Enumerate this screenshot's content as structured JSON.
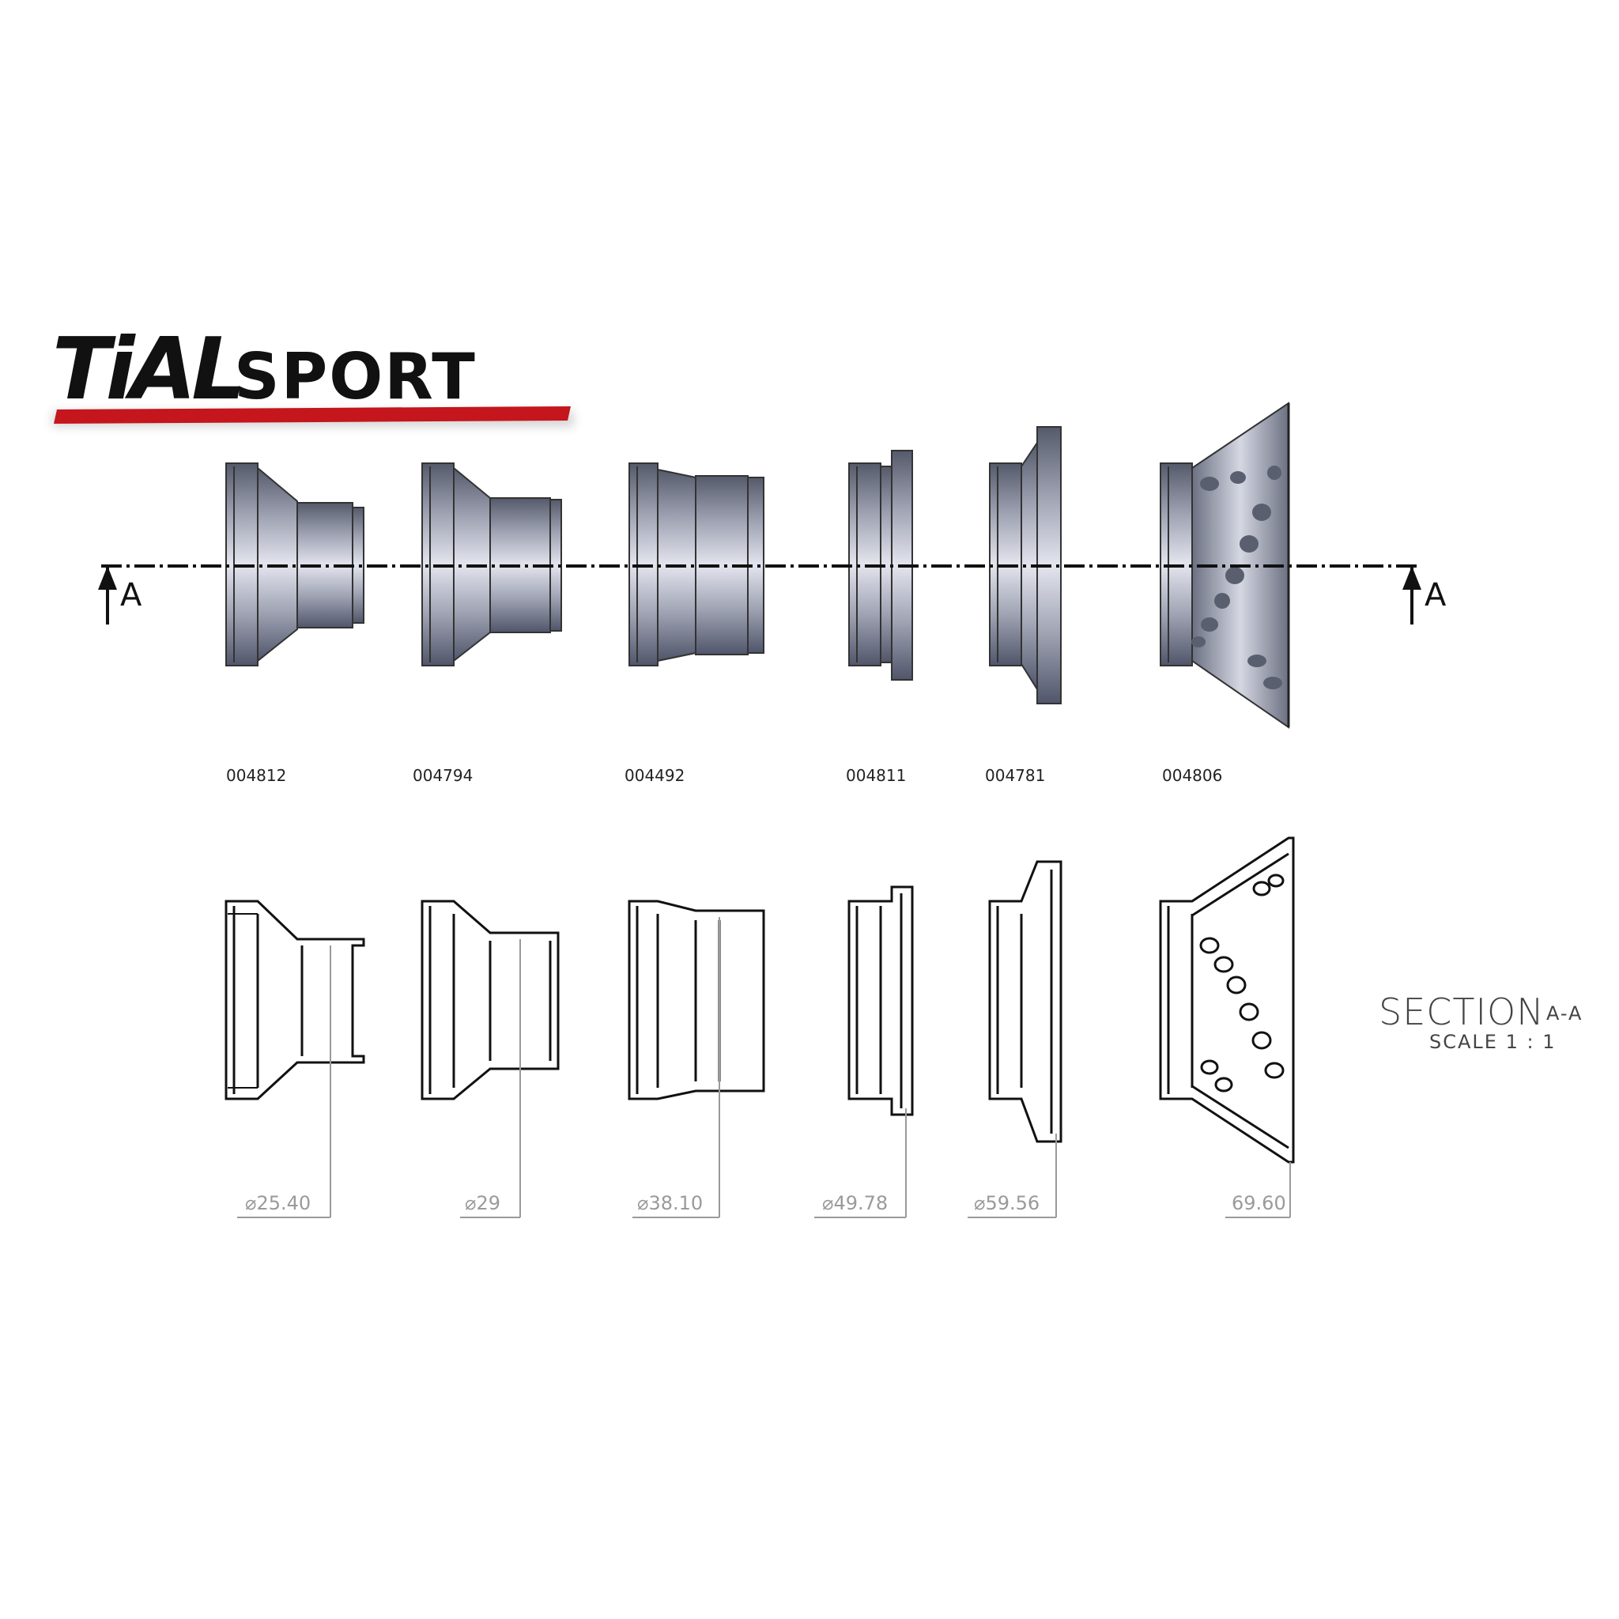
{
  "brand": {
    "name_main": "TiAL",
    "name_sub": "SPORT",
    "text_color": "#111111",
    "accent_color": "#c4161c"
  },
  "section_marker": {
    "letter": "A"
  },
  "parts": [
    {
      "id": "004812",
      "dimension": "⌀25.40"
    },
    {
      "id": "004794",
      "dimension": "⌀29"
    },
    {
      "id": "004492",
      "dimension": "⌀38.10"
    },
    {
      "id": "004811",
      "dimension": "⌀49.78"
    },
    {
      "id": "004781",
      "dimension": "⌀59.56"
    },
    {
      "id": "004806",
      "dimension": "69.60"
    }
  ],
  "section_title": {
    "main": "SECTION",
    "suffix": "A-A",
    "scale": "SCALE 1 : 1"
  },
  "colors": {
    "metal_dark": "#5e6273",
    "metal_light": "#c9ccd8",
    "line": "#111111",
    "dim_line": "#9a9a9a"
  }
}
